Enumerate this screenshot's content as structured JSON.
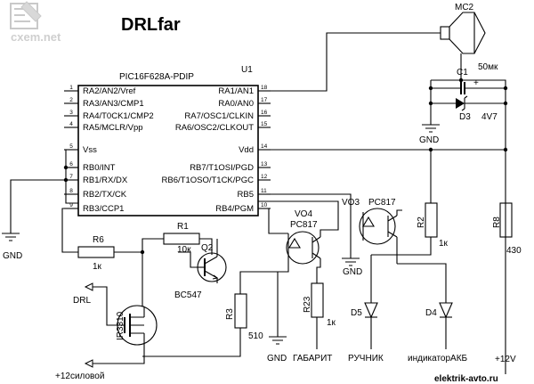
{
  "watermark": {
    "site": "cxem.net"
  },
  "title": "DRLfar",
  "ic": {
    "part": "PIC16F628A-PDIP",
    "ref": "U1",
    "left_pins": [
      {
        "num": "1",
        "name": "RA2/AN2/Vref"
      },
      {
        "num": "2",
        "name": "RA3/AN3/CMP1"
      },
      {
        "num": "3",
        "name": "RA4/T0CK1/CMP2"
      },
      {
        "num": "4",
        "name": "RA5/MCLR/Vpp"
      },
      {
        "num": "5",
        "name": "Vss"
      },
      {
        "num": "6",
        "name": "RB0/INT"
      },
      {
        "num": "7",
        "name": "RB1/RX/DX"
      },
      {
        "num": "8",
        "name": "RB2/TX/CK"
      },
      {
        "num": "9",
        "name": "RB3/CCP1"
      }
    ],
    "right_pins": [
      {
        "num": "18",
        "name": "RA1/AN1"
      },
      {
        "num": "17",
        "name": "RA0/AN0"
      },
      {
        "num": "16",
        "name": "RA7/OSC1/CLKIN"
      },
      {
        "num": "15",
        "name": "RA6/OSC2/CLKOUT"
      },
      {
        "num": "14",
        "name": "Vdd"
      },
      {
        "num": "13",
        "name": "RB7/T1OSI/PGD"
      },
      {
        "num": "12",
        "name": "RB6/T1OSO/T1CK/PGC"
      },
      {
        "num": "11",
        "name": "RB5"
      },
      {
        "num": "10",
        "name": "RB4/PGM"
      }
    ]
  },
  "labels": {
    "mc2": "MC2",
    "c1": "C1",
    "c1_value": "50мк",
    "d3": "D3",
    "d3_value": "4V7",
    "gnd_top": "GND",
    "gnd_left": "GND",
    "gnd_vo3": "GND",
    "gnd_bottom": "GND",
    "r1": "R1",
    "r1_value": "10к",
    "r6": "R6",
    "r6_value": "1к",
    "q2": "Q2",
    "q2_type": "BC547",
    "vo4": "VO4",
    "vo4_type": "PC817",
    "vo3": "VO3",
    "vo3_type": "PC817",
    "r2": "R2",
    "r2_value": "1к",
    "r8": "R8",
    "r8_value": "430",
    "r3": "R3",
    "r3_value": "510",
    "r23": "R23",
    "r23_value": "1к",
    "d5": "D5",
    "d4": "D4",
    "mosfet": "IR3310",
    "drl": "DRL",
    "plus12_power": "+12силовой",
    "gabarit": "ГАБАРИТ",
    "ruchnik": "РУЧНИК",
    "indicator": "индикаторАКБ",
    "plus12": "+12V",
    "site": "elektrik-avto.ru"
  }
}
